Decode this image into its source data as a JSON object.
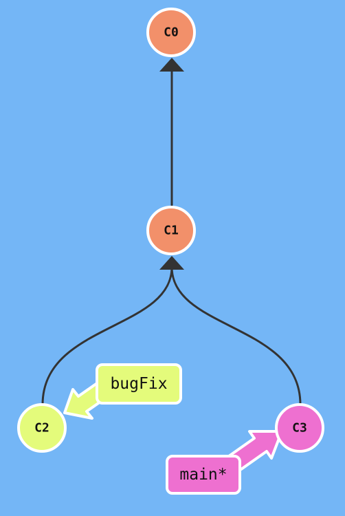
{
  "colors": {
    "background": "#74b6f6",
    "commit_main": "#f2906a",
    "commit_bugfix": "#e4fb7b",
    "commit_head": "#ee70d0",
    "branch_bugfix": "#e4fb7b",
    "branch_main": "#ee70d0",
    "edge": "#333333",
    "outline": "#ffffff"
  },
  "commits": {
    "c0": "C0",
    "c1": "C1",
    "c2": "C2",
    "c3": "C3"
  },
  "branches": {
    "bugfix": "bugFix",
    "main": "main*"
  }
}
